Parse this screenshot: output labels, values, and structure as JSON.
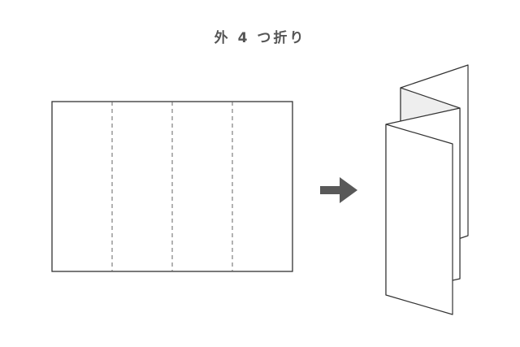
{
  "title": "外 4 つ折り",
  "colors": {
    "line": "#333333",
    "dash": "#666666",
    "arrow": "#595959",
    "shade": "#eeeeee",
    "title": "#555555"
  },
  "flat_sheet": {
    "panels": 4,
    "fold_style": "dashed"
  },
  "arrow": {
    "icon": "arrow-right-icon"
  },
  "folded_result": {
    "panels": 4,
    "style": "zigzag-accordion"
  }
}
